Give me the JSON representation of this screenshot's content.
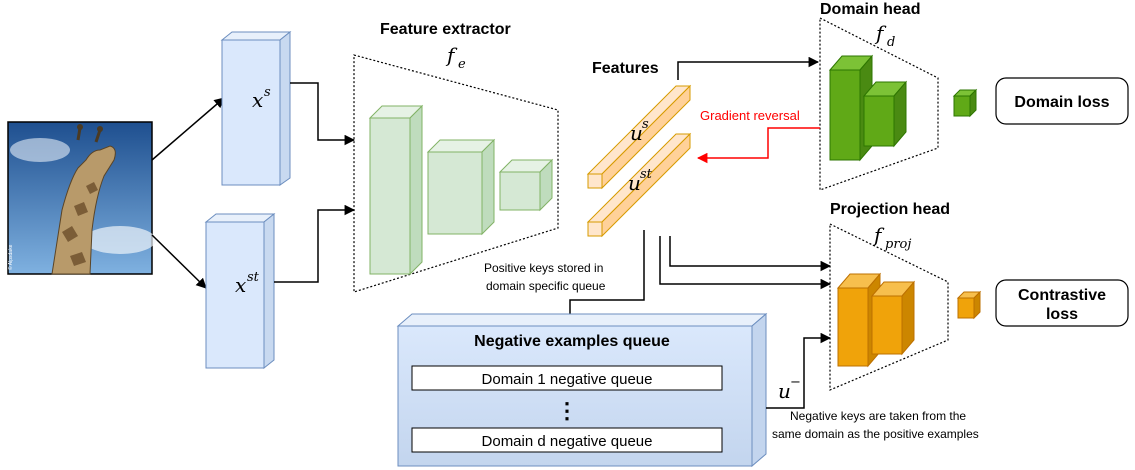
{
  "labels": {
    "feature_extractor": "Feature extractor",
    "fe_sym": "f",
    "fe_sub": "e",
    "domain_head": "Domain head",
    "fd_sym": "f",
    "fd_sub": "d",
    "features": "Features",
    "projection_head": "Projection head",
    "fproj_sym": "f",
    "fproj_sub": "proj",
    "gradient_reversal": "Gradient reversal",
    "domain_loss": "Domain loss",
    "contrastive_loss_1": "Contrastive",
    "contrastive_loss_2": "loss",
    "xs_sym": "x",
    "xs_sup": "s",
    "xst_sym": "x",
    "xst_sup": "st",
    "us_sym": "u",
    "us_sup": "s",
    "ust_sym": "u",
    "ust_sup": "st",
    "uneg_sym": "u",
    "uneg_sup": "−",
    "positive_keys_1": "Positive keys stored in",
    "positive_keys_2": "domain specific queue",
    "negative_queue_title": "Negative examples queue",
    "domain1_queue": "Domain 1 negative queue",
    "ellipsis": "⋮",
    "domaind_queue": "Domain d negative queue",
    "negative_keys_1": "Negative keys are taken from the",
    "negative_keys_2": "same domain as the positive examples",
    "watermark": "© Alpsdake"
  },
  "colors": {
    "input_block": "#dae8fc",
    "input_stroke": "#6c8ebf",
    "extractor_fill": "#d5e8d4",
    "extractor_stroke": "#82b366",
    "feature_fill": "#ffe6cc",
    "feature_stroke": "#d79b00",
    "domain_head_fill": "#60a917",
    "domain_head_stroke": "#2d7600",
    "proj_head_fill": "#f0a30a",
    "proj_head_stroke": "#bd7000",
    "gradient_arrow": "#ff0000",
    "queue_fill": "#dae8fc"
  },
  "image": {
    "subject": "giraffe photo (input image)"
  }
}
